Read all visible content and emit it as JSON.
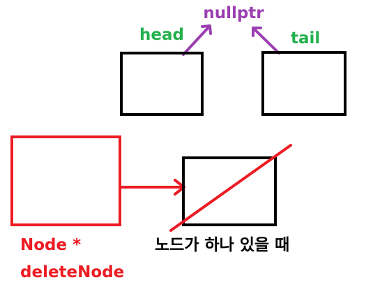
{
  "labels": {
    "nullptr": "nullptr",
    "head": "head",
    "tail": "tail",
    "node_ptr_line1": "Node *",
    "node_ptr_line2": "deleteNode",
    "caption": "노드가 하나 있을 때"
  },
  "colors": {
    "nullptr": "#9b3fb0",
    "pointer_arrow": "#9b3fb0",
    "head_tail": "#22b14c",
    "delete_node": "#ed1c24",
    "box": "#000000",
    "caption": "#000000",
    "cross_out": "#ed1c24"
  }
}
